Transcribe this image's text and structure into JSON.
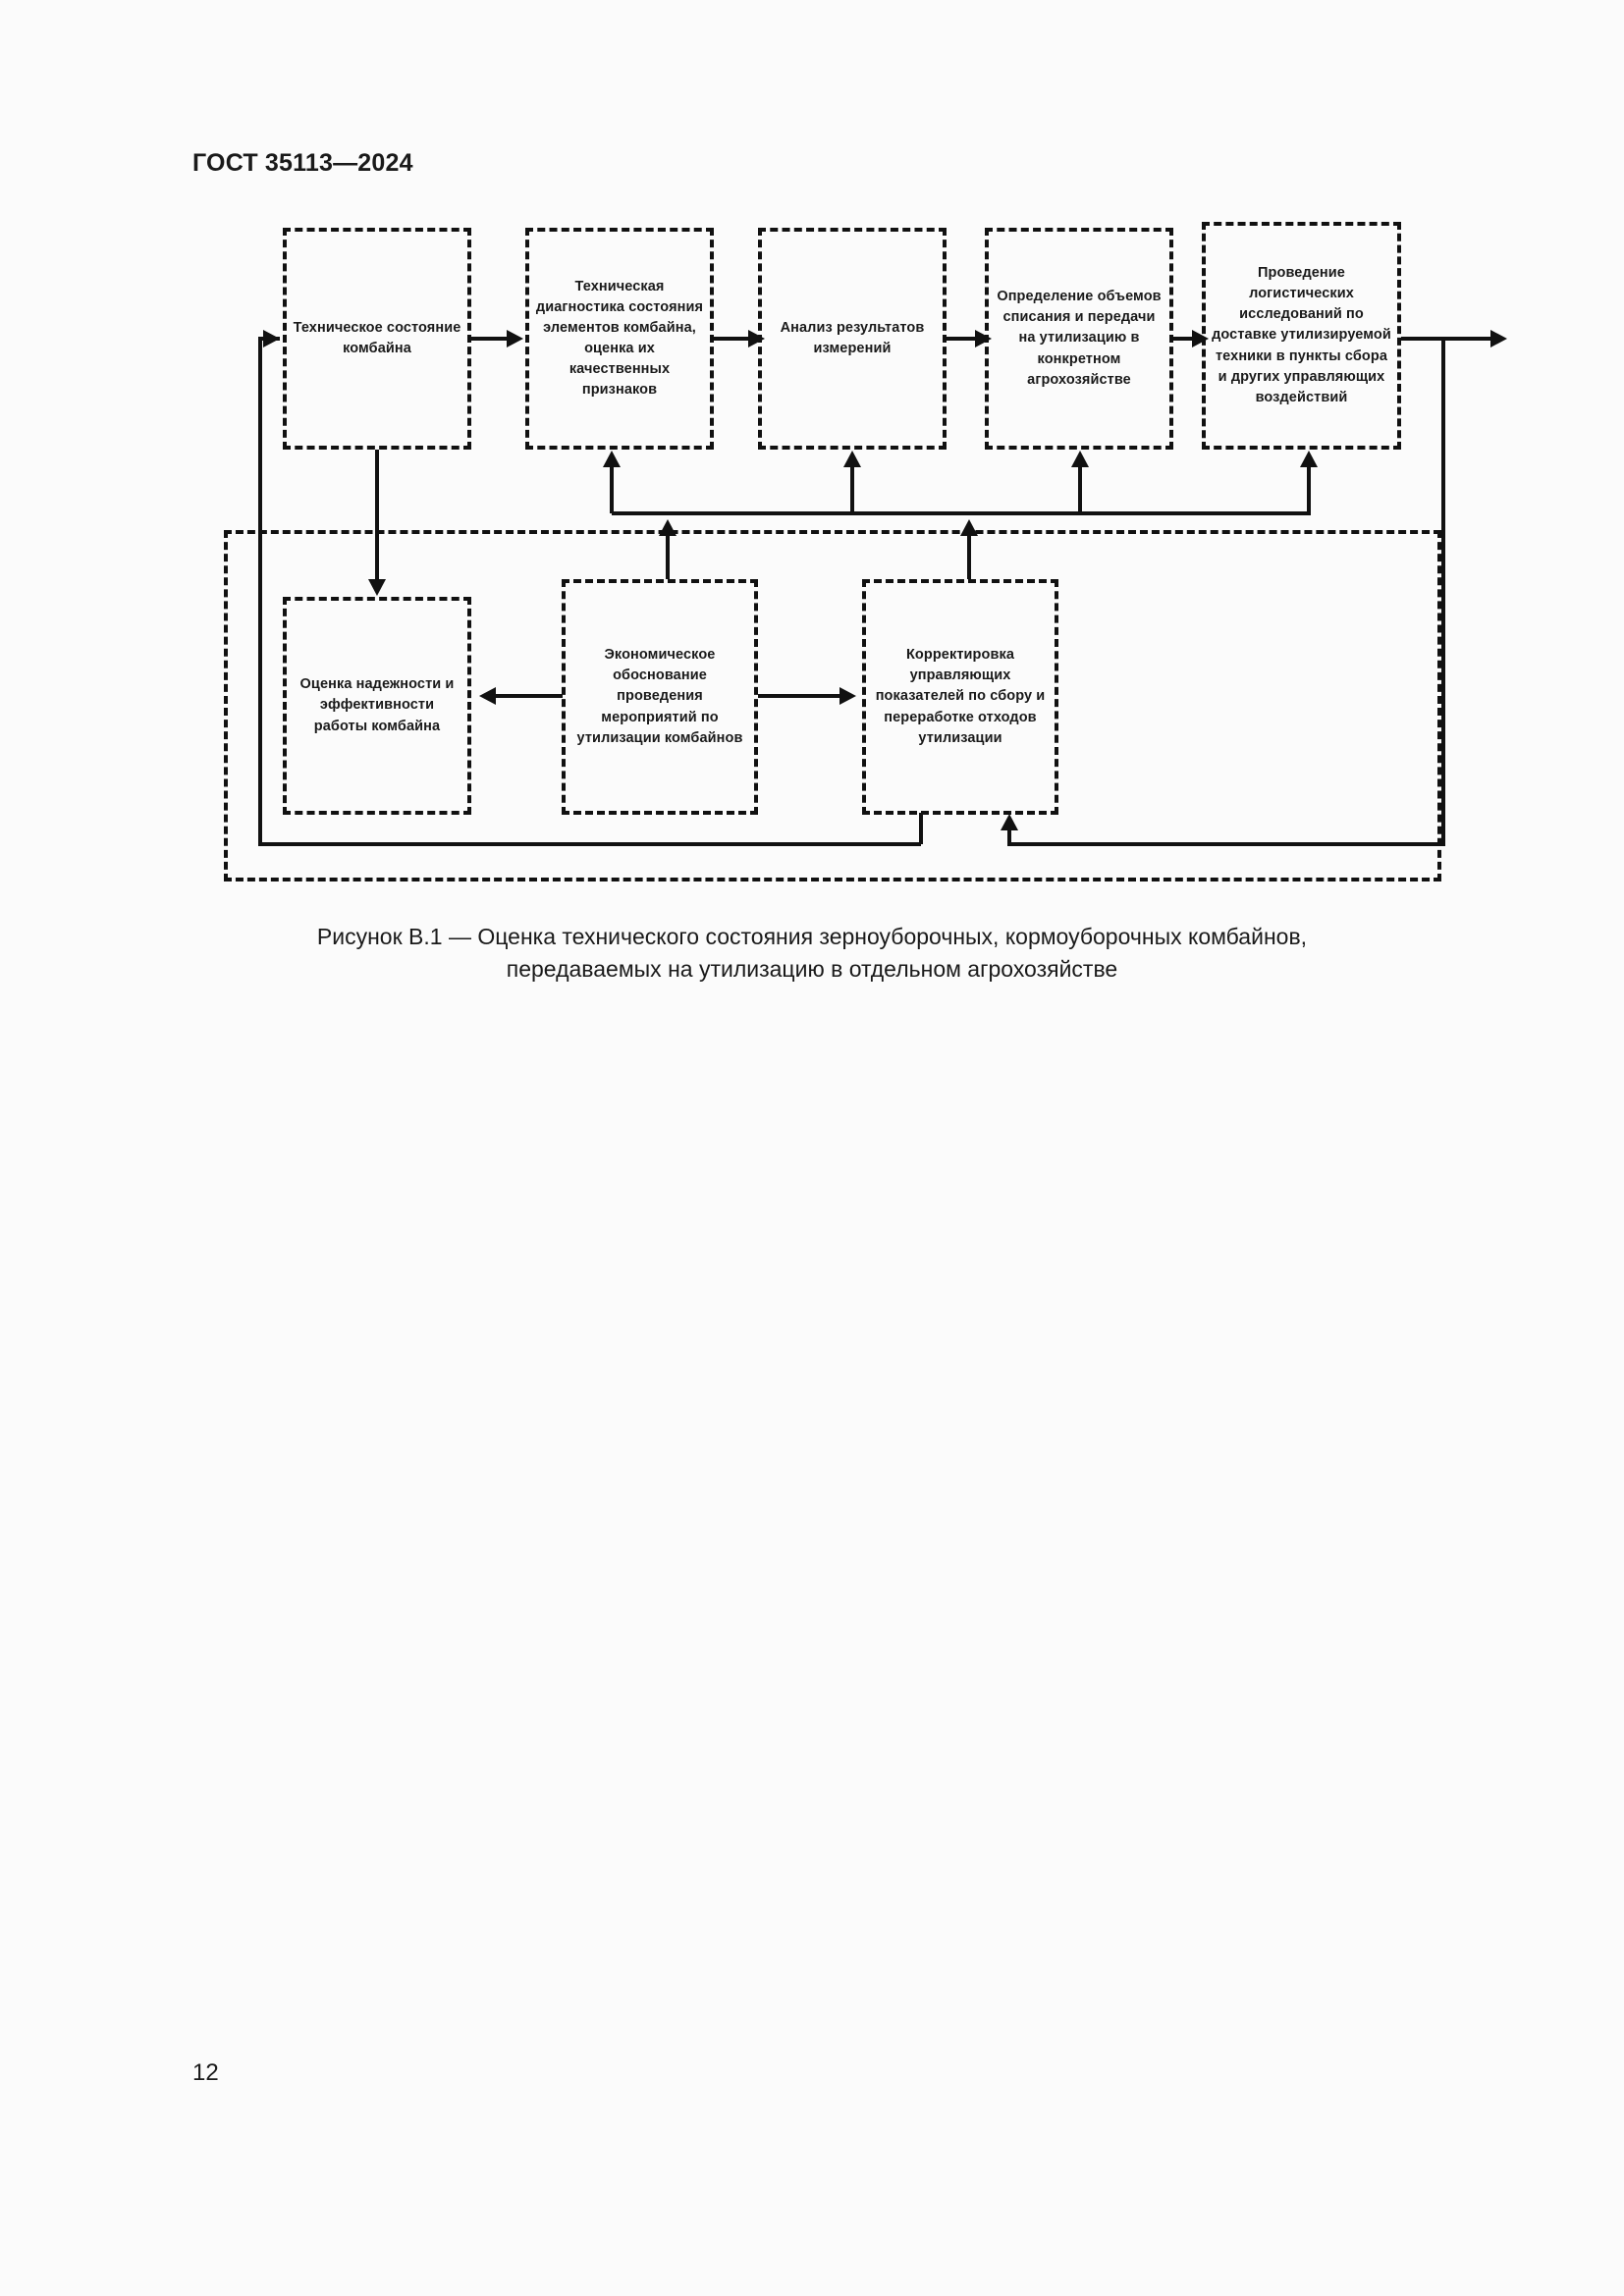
{
  "document": {
    "header": "ГОСТ 35113—2024",
    "page_number": "12"
  },
  "figure": {
    "caption_line1": "Рисунок В.1 — Оценка технического состояния зерноуборочных, кормоуборочных комбайнов,",
    "caption_line2": "передаваемых на утилизацию в отдельном агрохозяйстве",
    "boxes": [
      {
        "id": "technical-state",
        "text": "Техническое состояние комбайна"
      },
      {
        "id": "technical-diagnostics",
        "text": "Техническая диагностика состояния элементов комбайна, оценка их качественных признаков"
      },
      {
        "id": "analysis-of-measurements",
        "text": "Анализ результатов измерений"
      },
      {
        "id": "write-off-volumes",
        "text": "Определение объемов списания и передачи на утилизацию в конкретном агрохозяйстве"
      },
      {
        "id": "logistics-research",
        "text": "Проведение логистических исследований по доставке утилизируемой техники в пункты сбора и других управляющих воздействий"
      },
      {
        "id": "reliability-assessment",
        "text": "Оценка надежности и эффективности работы комбайна"
      },
      {
        "id": "economic-justification",
        "text": "Экономическое обоснование проведения мероприятий по утилизации комбайнов"
      },
      {
        "id": "control-correction",
        "text": "Корректировка управляющих показателей по сбору и переработке отходов утилизации"
      }
    ],
    "colors": {
      "line": "#111111",
      "background": "#fbfbfb"
    }
  }
}
